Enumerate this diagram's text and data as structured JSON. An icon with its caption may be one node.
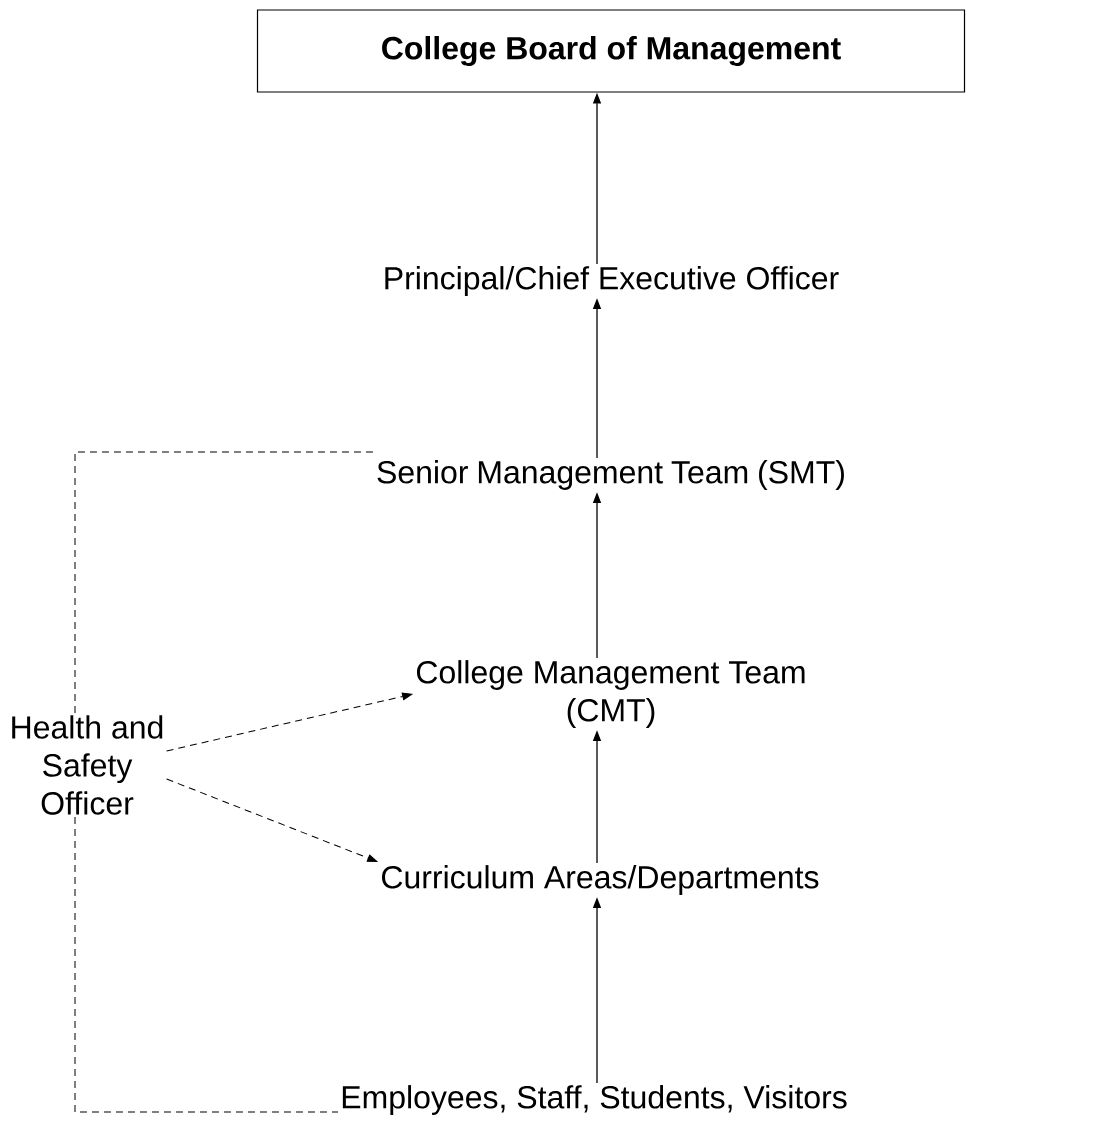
{
  "diagram": {
    "nodes": [
      {
        "text": [
          "College Board of Management"
        ]
      },
      {
        "text": [
          "Principal/Chief Executive Officer"
        ]
      },
      {
        "text": [
          "Senior Management Team (SMT)"
        ]
      },
      {
        "text": [
          "College Management Team (CMT)"
        ]
      },
      {
        "text": [
          "Curriculum Areas/Departments"
        ]
      },
      {
        "text": [
          "Employees, Staff, Students, Visitors"
        ]
      },
      {
        "text": [
          "Health and Safety Officer"
        ]
      }
    ],
    "edges": [
      {
        "from": 1,
        "to": 0,
        "arrow": "to"
      },
      {
        "from": 2,
        "to": 1,
        "arrow": "to"
      },
      {
        "from": 3,
        "to": 2,
        "arrow": "to"
      },
      {
        "from": 4,
        "to": 3,
        "arrow": "to"
      },
      {
        "from": 5,
        "to": 4,
        "arrow": "to"
      },
      {
        "from": 6,
        "to": 3,
        "arrow": "to",
        "style": "dashed"
      },
      {
        "from": 6,
        "to": 4,
        "arrow": "to",
        "style": "dashed"
      },
      {
        "from": 6,
        "to": 2,
        "arrow": "none",
        "style": "dashed"
      },
      {
        "from": 6,
        "to": 5,
        "arrow": "none",
        "style": "dashed"
      }
    ]
  }
}
